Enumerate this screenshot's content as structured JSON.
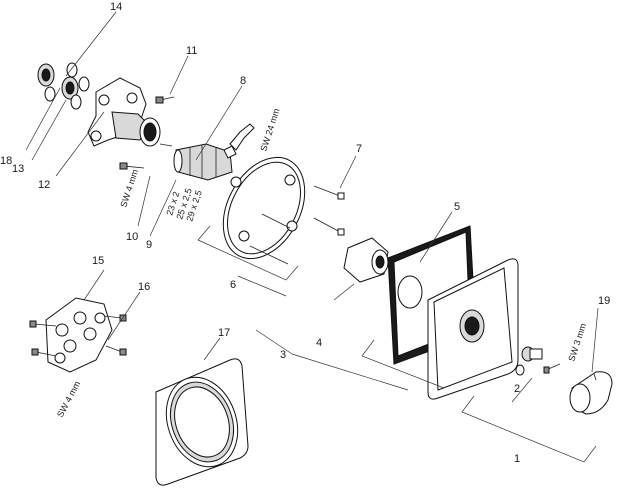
{
  "callouts": {
    "c1": "1",
    "c2": "2",
    "c3": "3",
    "c4": "4",
    "c5": "5",
    "c6": "6",
    "c7": "7",
    "c8": "8",
    "c9": "9",
    "c10": "10",
    "c11": "11",
    "c12": "12",
    "c13": "13",
    "c14": "14",
    "c15": "15",
    "c16": "16",
    "c17": "17",
    "c18": "18",
    "c19": "19"
  },
  "notes": {
    "sw4_top": "SW 4 mm",
    "sw24": "SW 24 mm",
    "sw3": "SW 3 mm",
    "sw4_bottom": "SW 4 mm",
    "oring_a": "23 x 2",
    "oring_b": "25 x 2,5",
    "oring_c": "29 x 2,5"
  },
  "colors": {
    "line": "#222222",
    "fill_light": "#d9d9d9",
    "fill_dark": "#1a1a1a"
  }
}
